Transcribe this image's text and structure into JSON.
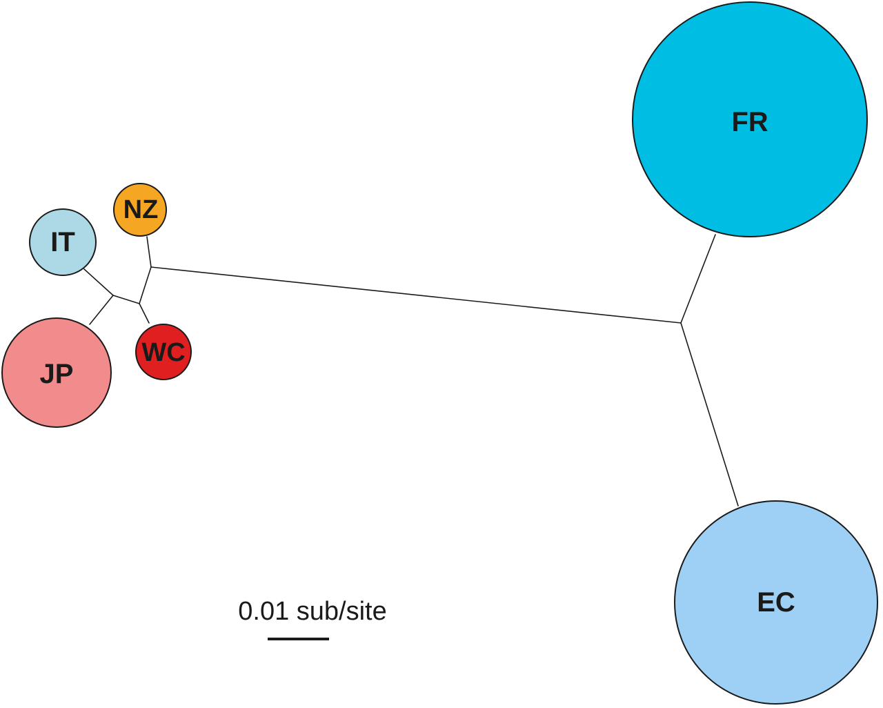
{
  "tree": {
    "nodes": [
      {
        "id": "IT",
        "label": "IT",
        "color": "#add8e6"
      },
      {
        "id": "NZ",
        "label": "NZ",
        "color": "#f5a623"
      },
      {
        "id": "JP",
        "label": "JP",
        "color": "#f28b8b"
      },
      {
        "id": "WC",
        "label": "WC",
        "color": "#e02020"
      },
      {
        "id": "FR",
        "label": "FR",
        "color": "#00bde3"
      },
      {
        "id": "EC",
        "label": "EC",
        "color": "#9ed0f5"
      }
    ],
    "scale_bar": {
      "label": "0.01 sub/site"
    }
  }
}
